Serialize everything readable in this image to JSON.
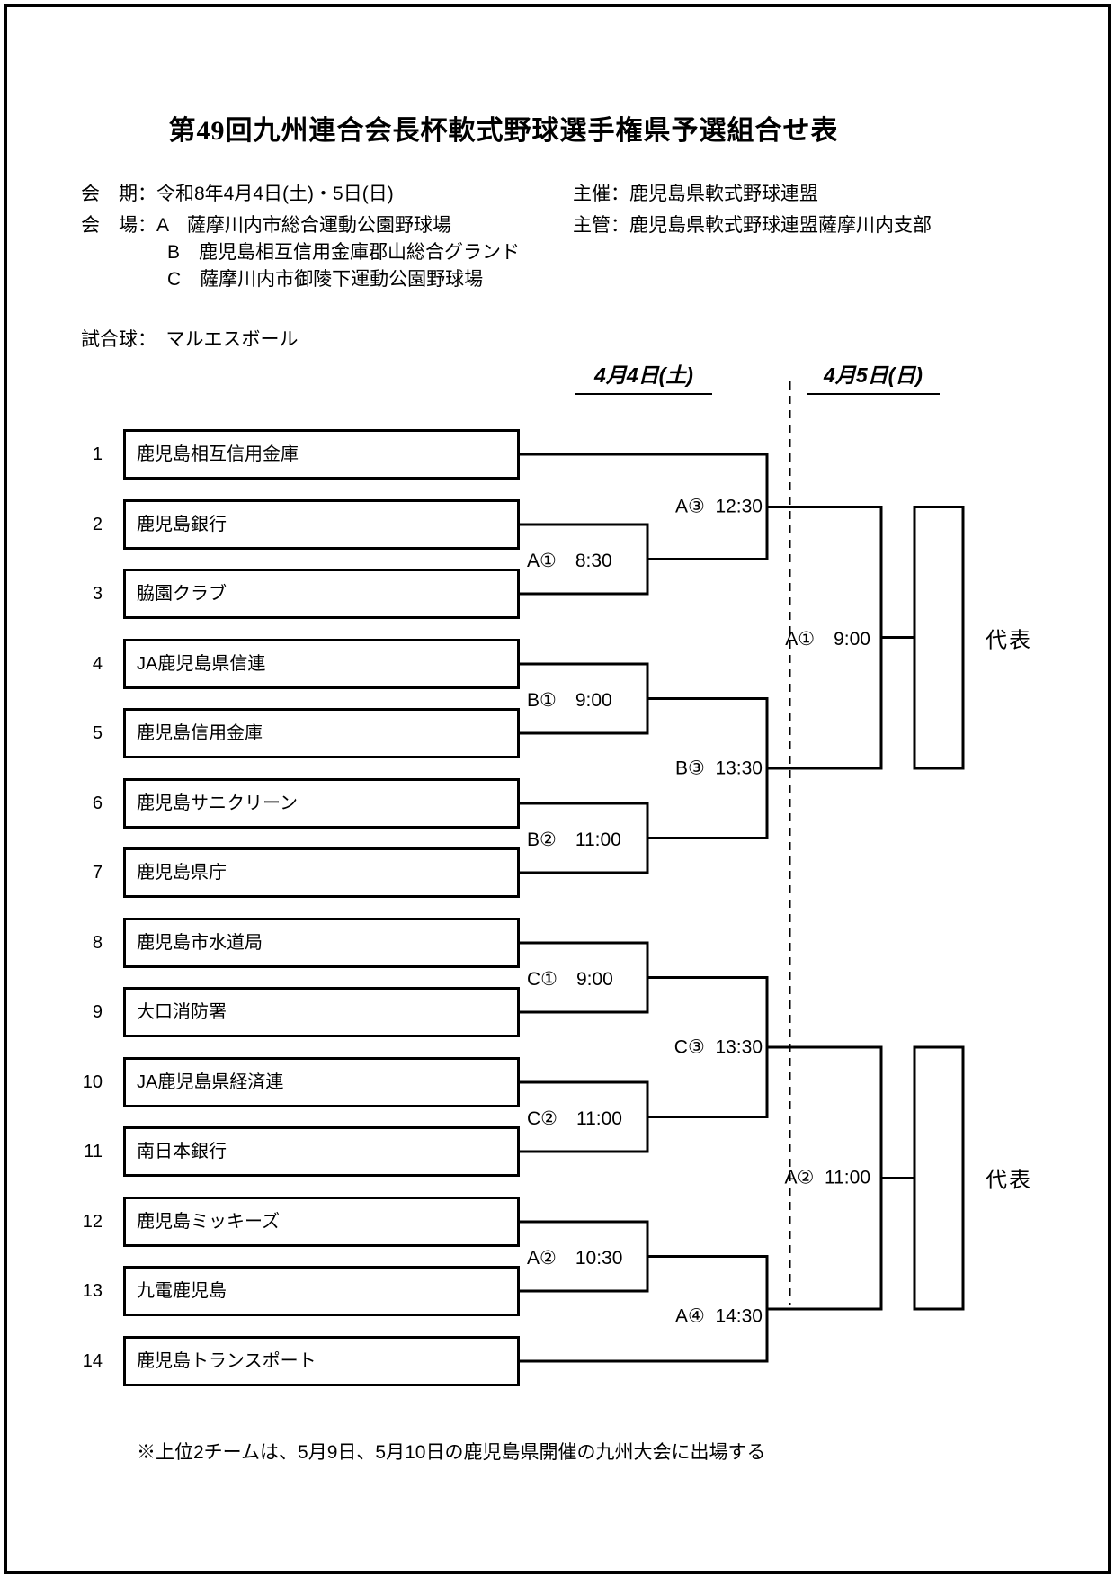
{
  "header": {
    "title": "第49回九州連合会長杯軟式野球選手権県予選組合せ表",
    "session_line": "会　期：令和8年4月4日(土)・5日(日)",
    "venue_line_a": "会　場：A　薩摩川内市総合運動公園野球場",
    "venue_line_b": "B　鹿児島相互信用金庫郡山総合グランド",
    "venue_line_c": "C　薩摩川内市御陵下運動公園野球場",
    "organizer_line": "主催：鹿児島県軟式野球連盟",
    "supervisor_line": "主管：鹿児島県軟式野球連盟薩摩川内支部",
    "ball_line": "試合球：　マルエスボール"
  },
  "bracket": {
    "day1_header": "4月4日(土)",
    "day2_header": "4月5日(日)",
    "teams": [
      {
        "seed": "1",
        "name": "鹿児島相互信用金庫"
      },
      {
        "seed": "2",
        "name": "鹿児島銀行"
      },
      {
        "seed": "3",
        "name": "脇園クラブ"
      },
      {
        "seed": "4",
        "name": "JA鹿児島県信連"
      },
      {
        "seed": "5",
        "name": "鹿児島信用金庫"
      },
      {
        "seed": "6",
        "name": "鹿児島サニクリーン"
      },
      {
        "seed": "7",
        "name": "鹿児島県庁"
      },
      {
        "seed": "8",
        "name": "鹿児島市水道局"
      },
      {
        "seed": "9",
        "name": "大口消防署"
      },
      {
        "seed": "10",
        "name": "JA鹿児島県経済連"
      },
      {
        "seed": "11",
        "name": "南日本銀行"
      },
      {
        "seed": "12",
        "name": "鹿児島ミッキーズ"
      },
      {
        "seed": "13",
        "name": "九電鹿児島"
      },
      {
        "seed": "14",
        "name": "鹿児島トランスポート"
      }
    ],
    "round1": [
      {
        "label": "A①　8:30"
      },
      {
        "label": "B①　9:00"
      },
      {
        "label": "B②　11:00"
      },
      {
        "label": "C①　9:00"
      },
      {
        "label": "C②　11:00"
      },
      {
        "label": "A②　10:30"
      }
    ],
    "round2": [
      {
        "label": "A③  12:30"
      },
      {
        "label": "B③  13:30"
      },
      {
        "label": "C③  13:30"
      },
      {
        "label": "A④  14:30"
      }
    ],
    "day2": [
      {
        "label": "A①　9:00"
      },
      {
        "label": "A②  11:00"
      }
    ],
    "representative": "代表",
    "footnote": "※上位2チームは、5月9日、5月10日の鹿児島県開催の九州大会に出場する"
  }
}
